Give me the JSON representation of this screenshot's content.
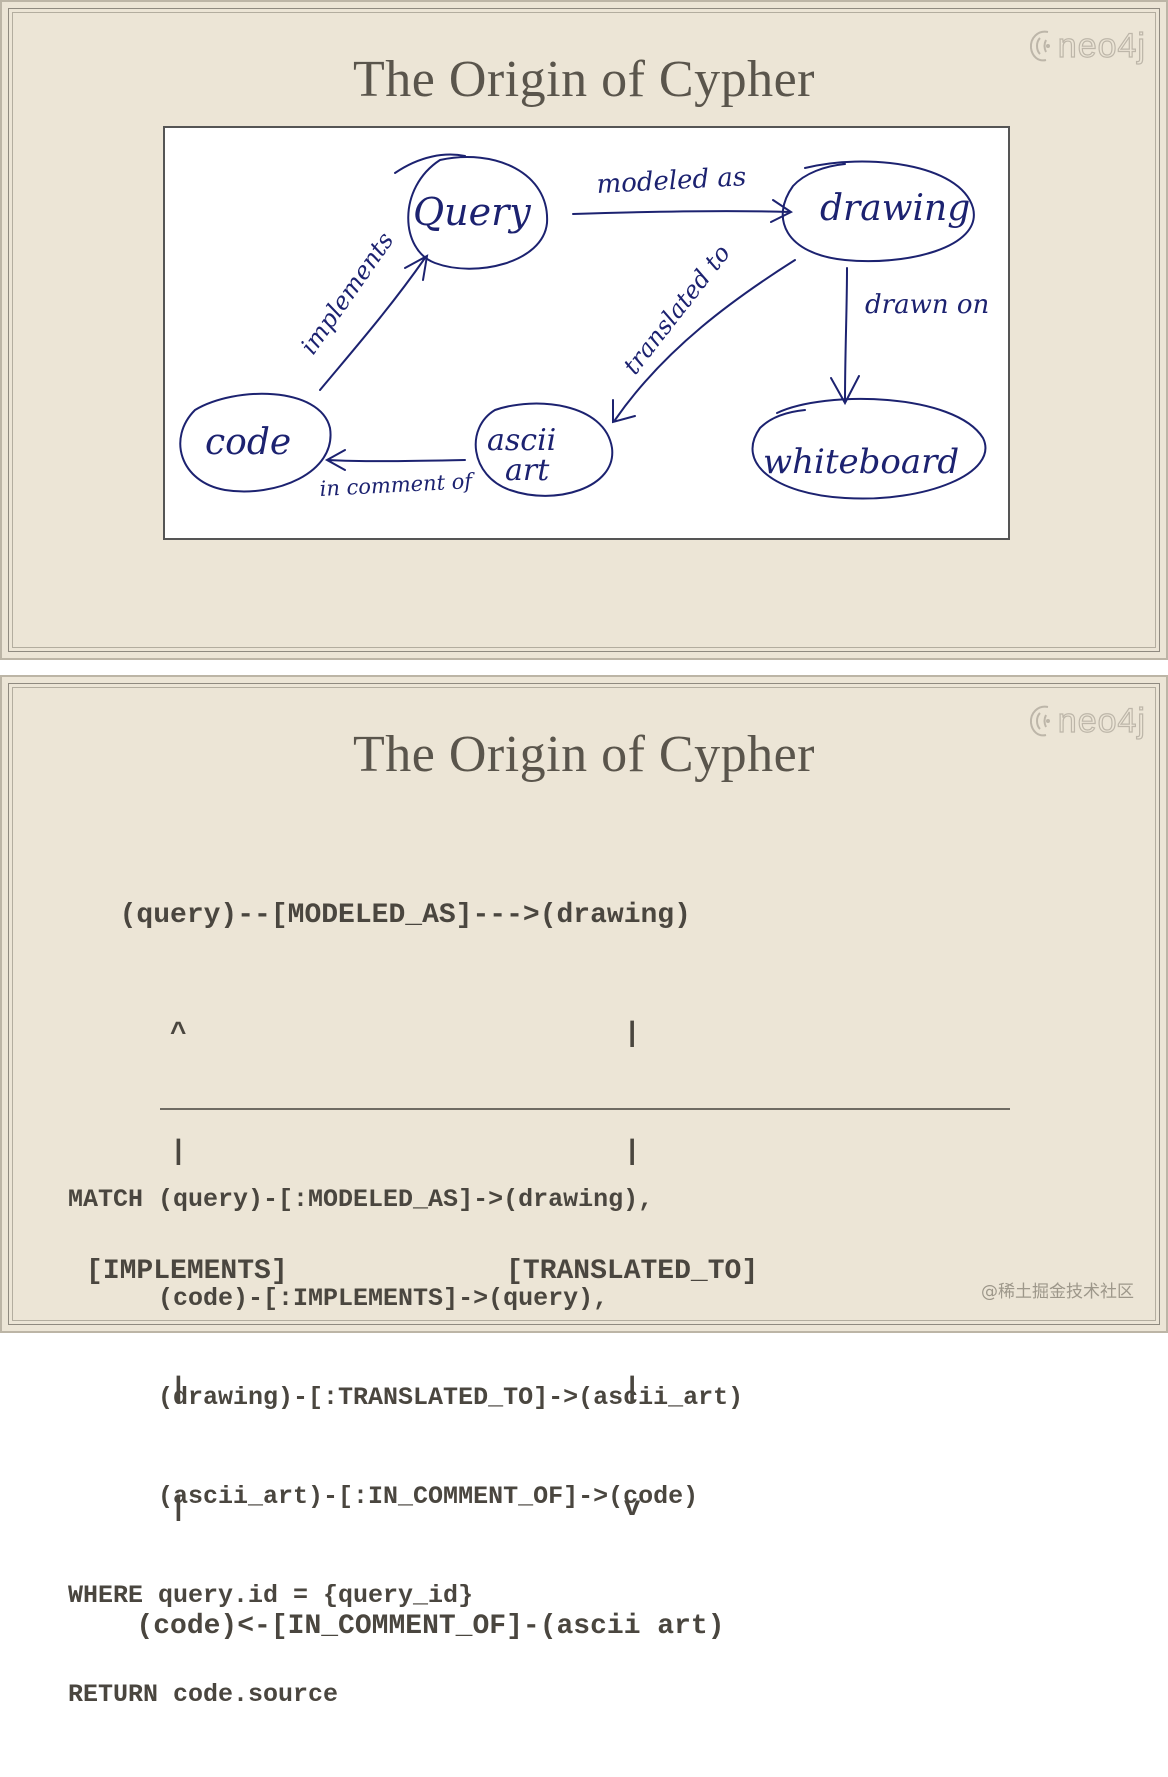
{
  "slides": [
    {
      "title": "The Origin of Cypher",
      "logo": "neo4j",
      "diagram": {
        "nodes": {
          "query": "Query",
          "drawing": "drawing",
          "code": "code",
          "ascii_1": "ascii",
          "ascii_2": "art",
          "whiteboard": "whiteboard"
        },
        "edges": {
          "modeled_as": "modeled as",
          "drawn_on": "drawn on",
          "translated_to": "translated to",
          "implements": "implements",
          "in_comment_of": "in comment of"
        }
      }
    },
    {
      "title": "The Origin of Cypher",
      "logo": "neo4j",
      "ascii_lines": [
        "       (query)--[MODELED_AS]--->(drawing)",
        "          ^                          |",
        "          |                          |",
        "     [IMPLEMENTS]             [TRANSLATED_TO]",
        "          |                          |",
        "          |                          v",
        "        (code)<-[IN_COMMENT_OF]-(ascii art)"
      ],
      "query_lines": [
        "MATCH (query)-[:MODELED_AS]->(drawing),",
        "      (code)-[:IMPLEMENTS]->(query),",
        "      (drawing)-[:TRANSLATED_TO]->(ascii_art)",
        "      (ascii_art)-[:IN_COMMENT_OF]->(code)",
        "WHERE query.id = {query_id}",
        "RETURN code.source"
      ],
      "watermark": "@稀土掘金技术社区"
    }
  ]
}
